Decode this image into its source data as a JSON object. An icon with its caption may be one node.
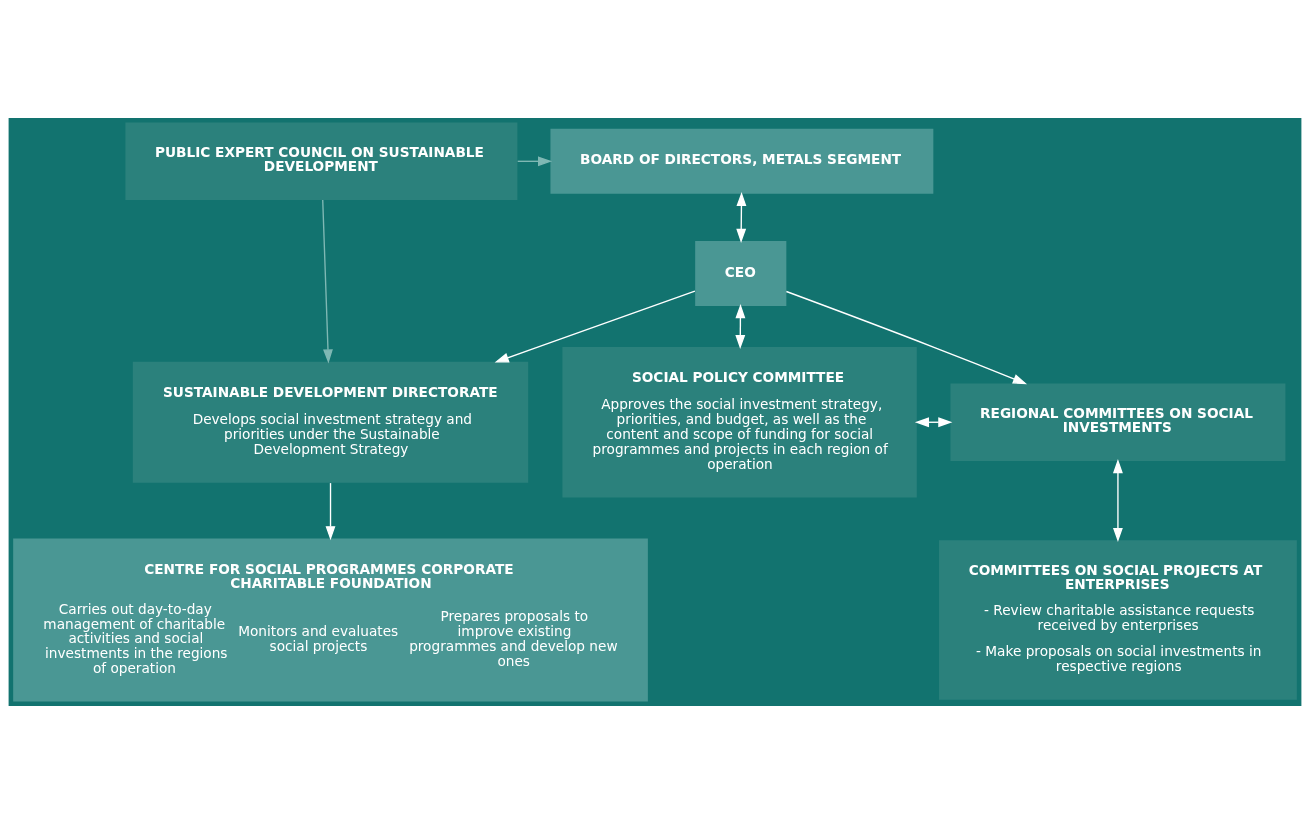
{
  "diagram": {
    "nodes": [
      {
        "text": [
          "PUBLIC EXPERT COUNCIL ON SUSTAINABLE DEVELOPMENT"
        ]
      },
      {
        "text": [
          "BOARD OF DIRECTORS, METALS SEGMENT"
        ]
      },
      {
        "text": [
          "CEO"
        ]
      },
      {
        "text": [
          "SUSTAINABLE DEVELOPMENT DIRECTORATE",
          "Develops social investment strategy and priorities under the Sustainable Development Strategy"
        ]
      },
      {
        "text": [
          "SOCIAL POLICY COMMITTEE",
          "Approves the social investment strategy, priorities, and budget, as well as the content and scope of funding for social programmes and projects in each region of operation"
        ]
      },
      {
        "text": [
          "REGIONAL COMMITTEES ON SOCIAL INVESTMENTS"
        ]
      },
      {
        "text": [
          "CENTRE FOR SOCIAL PROGRAMMES CORPORATE CHARITABLE FOUNDATION",
          "Carries out day-to-day management of charitable activities and social investments in the regions of operation",
          "Monitors and evaluates social projects",
          "Prepares proposals to improve existing programmes and develop new ones"
        ]
      },
      {
        "text": [
          "COMMITTEES ON SOCIAL PROJECTS AT ENTERPRISES",
          "- Review charitable assistance requests received by enterprises",
          "- Make proposals on social investments in respective regions"
        ]
      }
    ],
    "edges": [
      {
        "from": 0,
        "to": 1,
        "arrow": "to",
        "color": "#7fb8b4"
      },
      {
        "from": 1,
        "to": 2,
        "arrow": "both"
      },
      {
        "from": 0,
        "to": 3,
        "arrow": "to",
        "color": "#7fb8b4"
      },
      {
        "from": 2,
        "to": 3,
        "arrow": "to"
      },
      {
        "from": 2,
        "to": 5,
        "arrow": "to"
      },
      {
        "from": 2,
        "to": 4,
        "arrow": "both"
      },
      {
        "from": 4,
        "to": 5,
        "arrow": "both"
      },
      {
        "from": 5,
        "to": 7,
        "arrow": "both"
      },
      {
        "from": 3,
        "to": 6,
        "arrow": "to"
      }
    ]
  }
}
